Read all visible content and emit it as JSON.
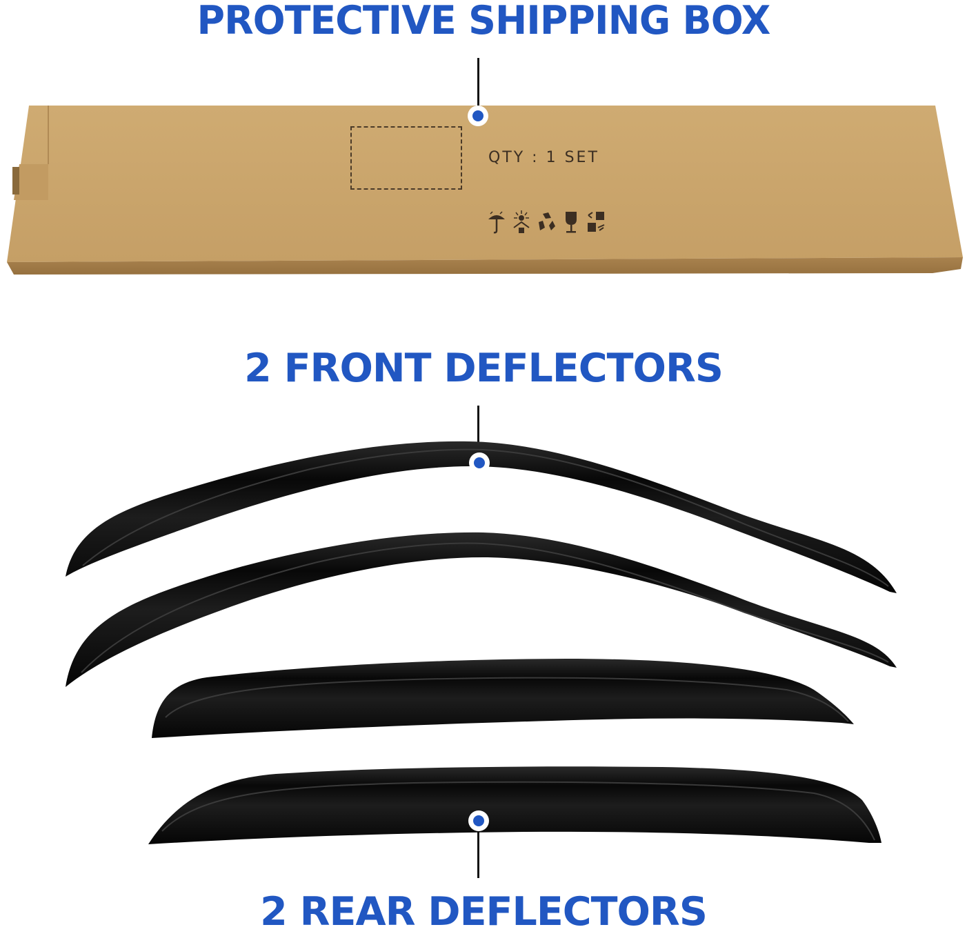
{
  "headlines": {
    "box": "PROTECTIVE SHIPPING BOX",
    "front": "2 FRONT DEFLECTORS",
    "rear": "2 REAR DEFLECTORS"
  },
  "box": {
    "label": "QTY : 1 SET",
    "color": "#c9a46c",
    "symbols": [
      "umbrella-keep-dry-icon",
      "sun-keep-from-heat-icon",
      "recycle-icon",
      "fragile-glass-icon",
      "stacking-handling-icon"
    ]
  },
  "colors": {
    "accent": "#2157c2",
    "leader": "#111111",
    "deflector": "#0a0a0a"
  },
  "deflectors": [
    {
      "position": "front",
      "count": 2
    },
    {
      "position": "rear",
      "count": 2
    }
  ]
}
